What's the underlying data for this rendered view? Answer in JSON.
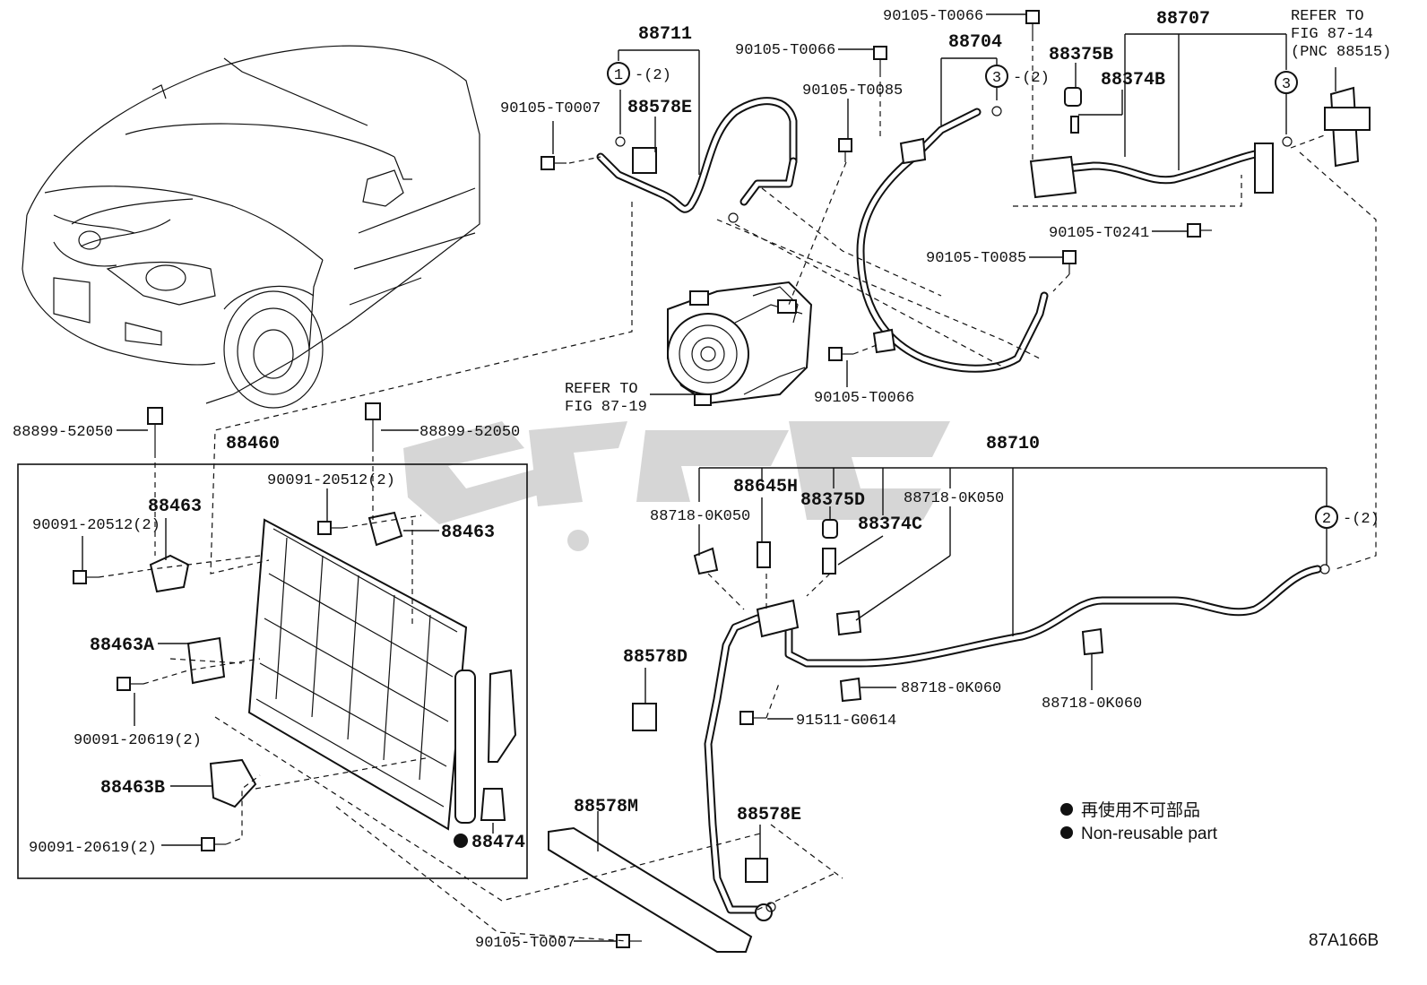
{
  "diagram": {
    "figure_code": "87A166B",
    "watermark": "C/ ڡ ٯ C",
    "labels": {
      "p88711": "88711",
      "p88704": "88704",
      "p88707": "88707",
      "p90105_T0066_a": "90105-T0066",
      "p90105_T0066_b": "90105-T0066",
      "p90105_T0066_c": "90105-T0066",
      "p90105_T0007_a": "90105-T0007",
      "p90105_T0007_b": "90105-T0007",
      "p88578E_a": "88578E",
      "p88578E_b": "88578E",
      "p90105_T0085_a": "90105-T0085",
      "p90105_T0085_b": "90105-T0085",
      "p88375B": "88375B",
      "p88374B": "88374B",
      "p90105_T0241": "90105-T0241",
      "refer_1419_a": "REFER TO",
      "refer_1419_b": "FIG 87-19",
      "refer_1414_a": "REFER TO",
      "refer_1414_b": "FIG 87-14",
      "refer_1414_c": "(PNC 88515)",
      "p88899_52050_a": "88899-52050",
      "p88899_52050_b": "88899-52050",
      "p88460": "88460",
      "p90091_20512_a": "90091-20512(2)",
      "p90091_20512_b": "90091-20512(2)",
      "p88463_a": "88463",
      "p88463_b": "88463",
      "p88463A": "88463A",
      "p90091_20619_a": "90091-20619(2)",
      "p90091_20619_b": "90091-20619(2)",
      "p88463B": "88463B",
      "p88474": "88474",
      "p88578M": "88578M",
      "p88710": "88710",
      "p88645H": "88645H",
      "p88375D": "88375D",
      "p88374C": "88374C",
      "p88718_0K050_a": "88718-0K050",
      "p88718_0K050_b": "88718-0K050",
      "p88718_0K060_a": "88718-0K060",
      "p88718_0K060_b": "88718-0K060",
      "p88578D": "88578D",
      "p91511_G0614": "91511-G0614",
      "qty2_a": "-(2)",
      "qty2_b": "-(2)",
      "qty2_c": "-(2)",
      "circle1": "1",
      "circle2": "2",
      "circle3a": "3",
      "circle3b": "3"
    },
    "legend": {
      "jp": "再使用不可部品",
      "en": "Non-reusable part"
    }
  }
}
